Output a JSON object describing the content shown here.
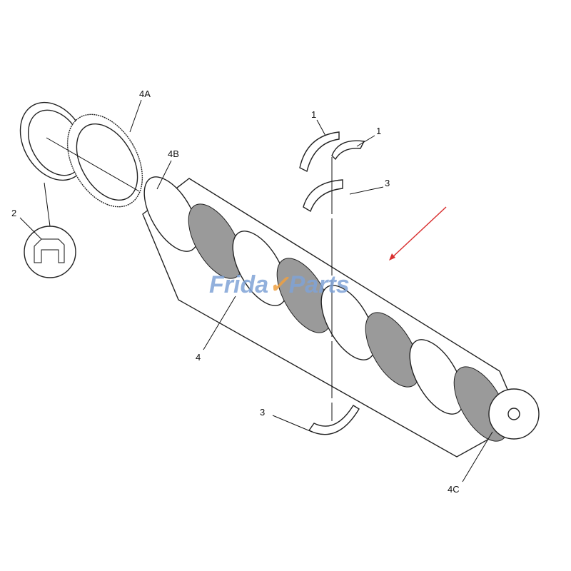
{
  "diagram": {
    "callouts": [
      {
        "id": "seal",
        "label": "2"
      },
      {
        "id": "gear",
        "label": "4A"
      },
      {
        "id": "dowel",
        "label": "4B"
      },
      {
        "id": "thrust-upper-a",
        "label": "1"
      },
      {
        "id": "thrust-upper-b",
        "label": "1"
      },
      {
        "id": "bearing-upper",
        "label": "3"
      },
      {
        "id": "crankshaft",
        "label": "4"
      },
      {
        "id": "bearing-lower",
        "label": "3"
      },
      {
        "id": "flange-bolt-holes",
        "label": "4C"
      }
    ],
    "watermark": {
      "text_a": "Frida",
      "text_b": "Parts",
      "brand_blue": "#7fa3d6",
      "brand_orange": "#f0a040"
    },
    "pointer_arrow_color": "#d93030"
  }
}
